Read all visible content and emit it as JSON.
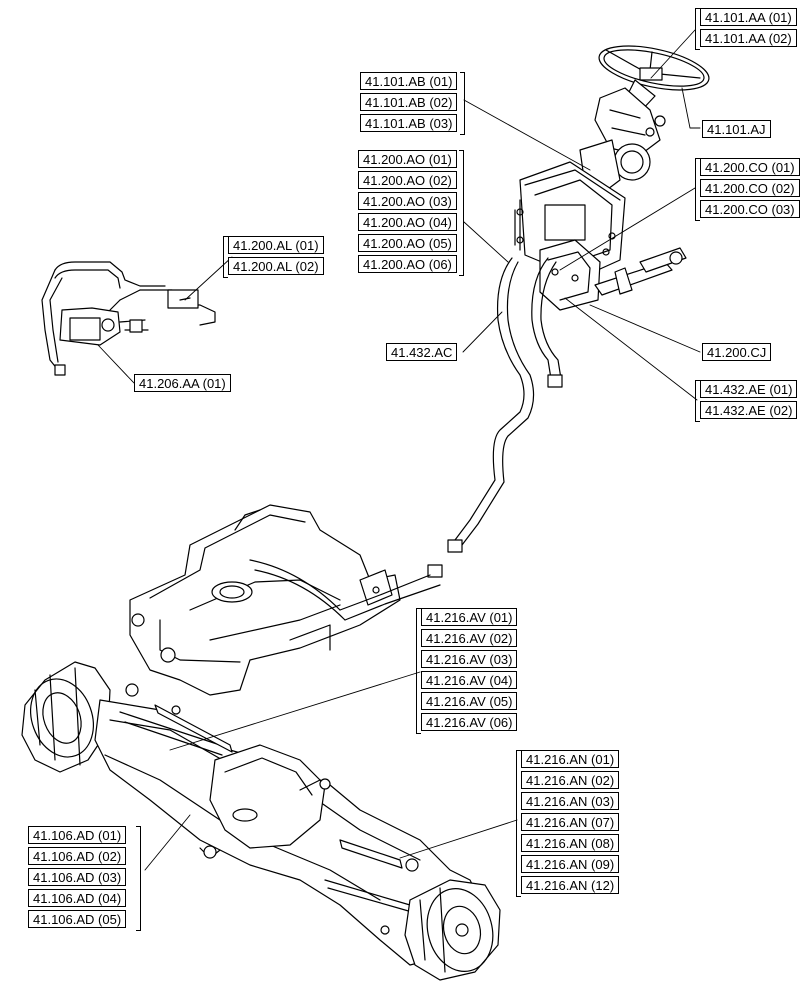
{
  "groups": {
    "aa": [
      "41.101.AA (01)",
      "41.101.AA (02)"
    ],
    "aj": [
      "41.101.AJ"
    ],
    "ab": [
      "41.101.AB (01)",
      "41.101.AB (02)",
      "41.101.AB (03)"
    ],
    "ao": [
      "41.200.AO (01)",
      "41.200.AO (02)",
      "41.200.AO (03)",
      "41.200.AO (04)",
      "41.200.AO (05)",
      "41.200.AO (06)"
    ],
    "co": [
      "41.200.CO (01)",
      "41.200.CO (02)",
      "41.200.CO (03)"
    ],
    "al": [
      "41.200.AL (01)",
      "41.200.AL (02)"
    ],
    "ac": [
      "41.432.AC"
    ],
    "cj": [
      "41.200.CJ"
    ],
    "ae": [
      "41.432.AE (01)",
      "41.432.AE (02)"
    ],
    "aa206": [
      "41.206.AA (01)"
    ],
    "av": [
      "41.216.AV (01)",
      "41.216.AV (02)",
      "41.216.AV (03)",
      "41.216.AV (04)",
      "41.216.AV (05)",
      "41.216.AV (06)"
    ],
    "an": [
      "41.216.AN (01)",
      "41.216.AN (02)",
      "41.216.AN (03)",
      "41.216.AN (07)",
      "41.216.AN (08)",
      "41.216.AN (09)",
      "41.216.AN (12)"
    ],
    "ad": [
      "41.106.AD (01)",
      "41.106.AD (02)",
      "41.106.AD (03)",
      "41.106.AD (04)",
      "41.106.AD (05)"
    ]
  }
}
